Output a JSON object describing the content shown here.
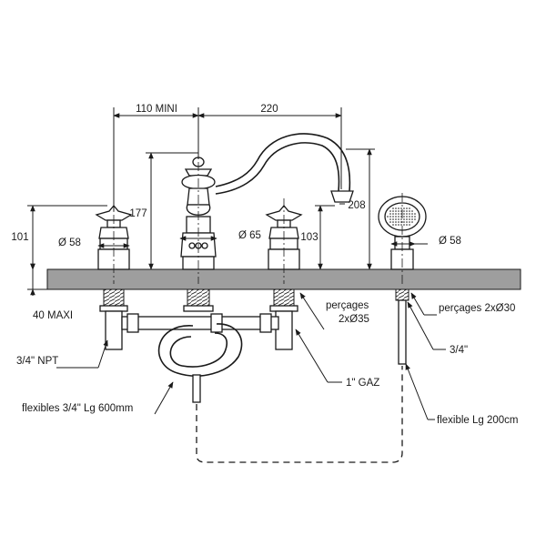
{
  "dimensions": {
    "width_min": "110 MINI",
    "spread": "220",
    "height_left": "177",
    "height_total": "208",
    "height_handle": "101",
    "height_spout": "103",
    "deck_max": "40 MAXI",
    "dia_handle_left": "Ø 58",
    "dia_spout": "Ø 65",
    "dia_handshower": "Ø 58"
  },
  "callouts": {
    "holes_main_line1": "perçages",
    "holes_main_line2": "2xØ35",
    "holes_shower": "perçages 2xØ30",
    "npt": "3/4\" NPT",
    "gas": "1\" GAZ",
    "thread": "3/4\"",
    "flex_main": "flexibles 3/4\" Lg 600mm",
    "flex_shower": "flexible Lg 200cm"
  },
  "colors": {
    "line": "#1a1a1a",
    "deck_fill": "#9e9e9e",
    "background": "#ffffff"
  }
}
